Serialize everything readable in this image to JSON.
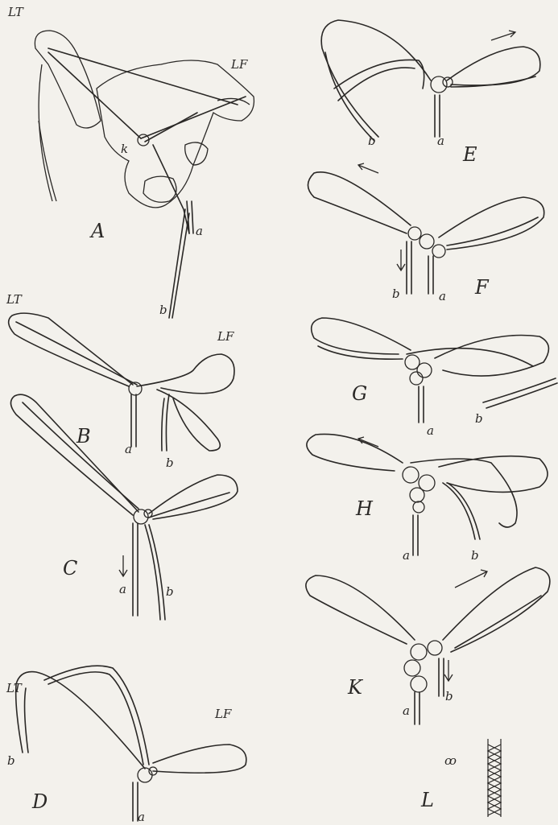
{
  "figure_labels": [
    "A",
    "B",
    "C",
    "D",
    "E",
    "F",
    "G",
    "H",
    "K",
    "L"
  ],
  "hand_labels": {
    "left_thumb": "LT",
    "left_finger": "LF"
  },
  "end_labels": {
    "a": "a",
    "b": "b",
    "k": "k"
  },
  "extra_mark": "ꝏ"
}
